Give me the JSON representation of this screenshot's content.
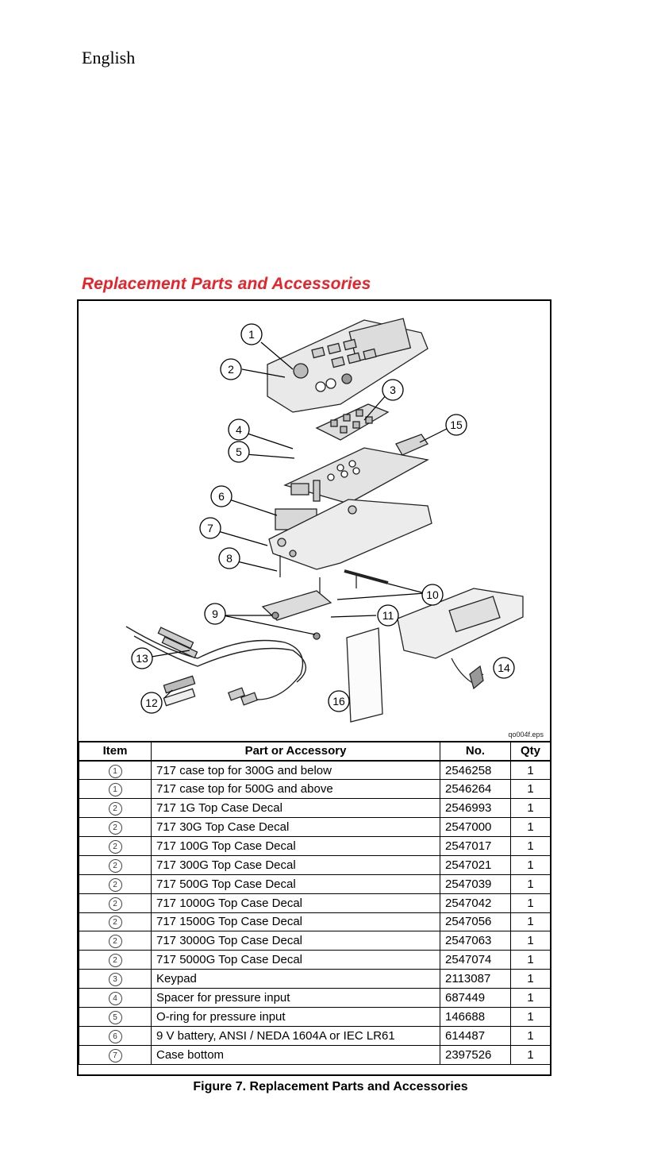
{
  "header": {
    "language": "English"
  },
  "section": {
    "title": "Replacement Parts and Accessories"
  },
  "figure": {
    "file_id": "qo004f.eps",
    "callouts": [
      "1",
      "2",
      "3",
      "4",
      "5",
      "6",
      "7",
      "8",
      "9",
      "10",
      "11",
      "12",
      "13",
      "14",
      "15",
      "16"
    ]
  },
  "table": {
    "headers": {
      "item": "Item",
      "part": "Part or Accessory",
      "no": "No.",
      "qty": "Qty"
    },
    "rows": [
      {
        "item": "1",
        "part": "717  case top for 300G and below",
        "no": "2546258",
        "qty": "1"
      },
      {
        "item": "1",
        "part": "717 case top for 500G and above",
        "no": "2546264",
        "qty": "1"
      },
      {
        "item": "2",
        "part": "717 1G Top Case Decal",
        "no": "2546993",
        "qty": "1"
      },
      {
        "item": "2",
        "part": "717 30G Top Case Decal",
        "no": "2547000",
        "qty": "1"
      },
      {
        "item": "2",
        "part": "717 100G Top Case Decal",
        "no": "2547017",
        "qty": "1"
      },
      {
        "item": "2",
        "part": "717 300G Top Case Decal",
        "no": "2547021",
        "qty": "1"
      },
      {
        "item": "2",
        "part": "717 500G Top Case Decal",
        "no": "2547039",
        "qty": "1"
      },
      {
        "item": "2",
        "part": "717 1000G Top Case Decal",
        "no": "2547042",
        "qty": "1"
      },
      {
        "item": "2",
        "part": "717 1500G Top Case Decal",
        "no": "2547056",
        "qty": "1"
      },
      {
        "item": "2",
        "part": "717 3000G Top Case Decal",
        "no": "2547063",
        "qty": "1"
      },
      {
        "item": "2",
        "part": "717 5000G Top Case Decal",
        "no": "2547074",
        "qty": "1"
      },
      {
        "item": "3",
        "part": "Keypad",
        "no": "2113087",
        "qty": "1"
      },
      {
        "item": "4",
        "part": "Spacer for pressure input",
        "no": "687449",
        "qty": "1"
      },
      {
        "item": "5",
        "part": "O-ring for pressure input",
        "no": "146688",
        "qty": "1"
      },
      {
        "item": "6",
        "part": "9 V battery, ANSI / NEDA 1604A or IEC LR61",
        "no": "614487",
        "qty": "1"
      },
      {
        "item": "7",
        "part": "Case bottom",
        "no": "2397526",
        "qty": "1"
      }
    ]
  },
  "caption": "Figure 7. Replacement Parts and Accessories",
  "colors": {
    "title": "#e8232a",
    "border": "#000000"
  }
}
